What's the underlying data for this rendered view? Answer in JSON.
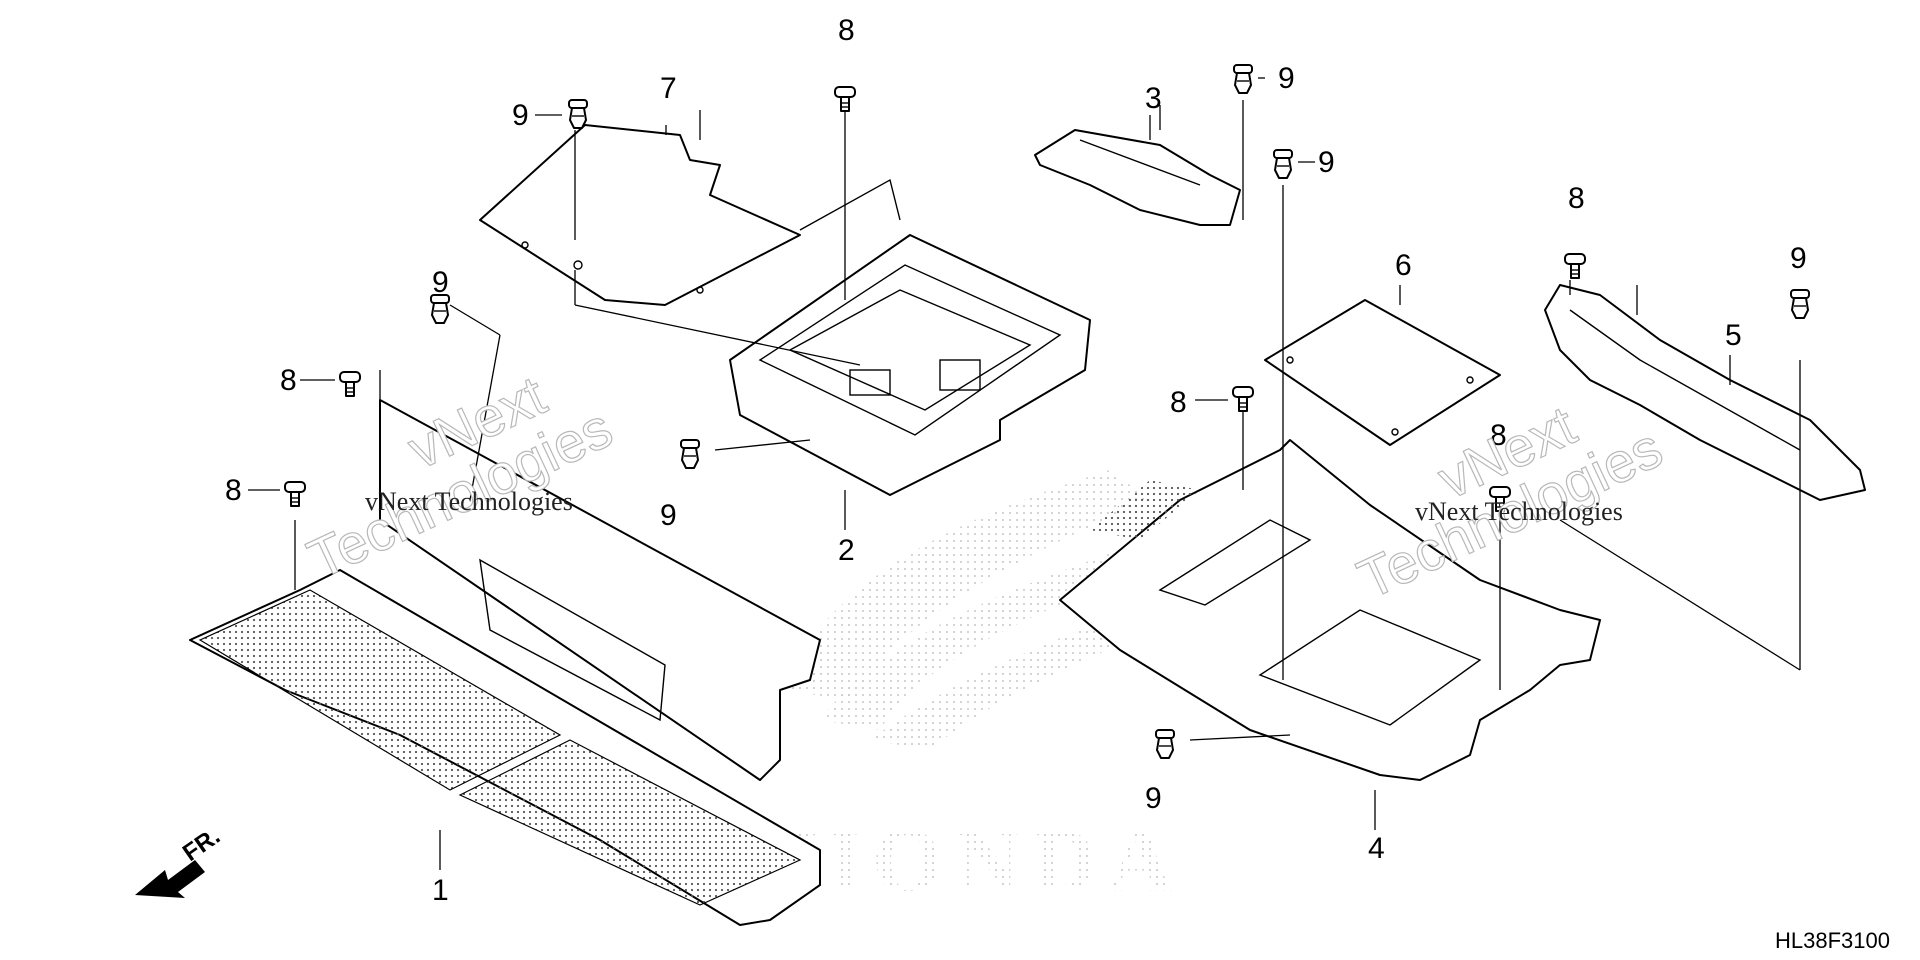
{
  "diagram_code": "HL38F3100",
  "direction_label": "FR.",
  "brand_watermark": "HONDA",
  "watermark_text": [
    "vNext",
    "Technologies",
    "vNext Technologies"
  ],
  "callouts": [
    "1",
    "2",
    "3",
    "4",
    "5",
    "6",
    "7",
    "8",
    "9"
  ],
  "callout_labels": {
    "p1": "1",
    "p2": "2",
    "p3": "3",
    "p4": "4",
    "p5": "5",
    "p6": "6",
    "p7": "7",
    "b8": "8",
    "b9": "9"
  }
}
